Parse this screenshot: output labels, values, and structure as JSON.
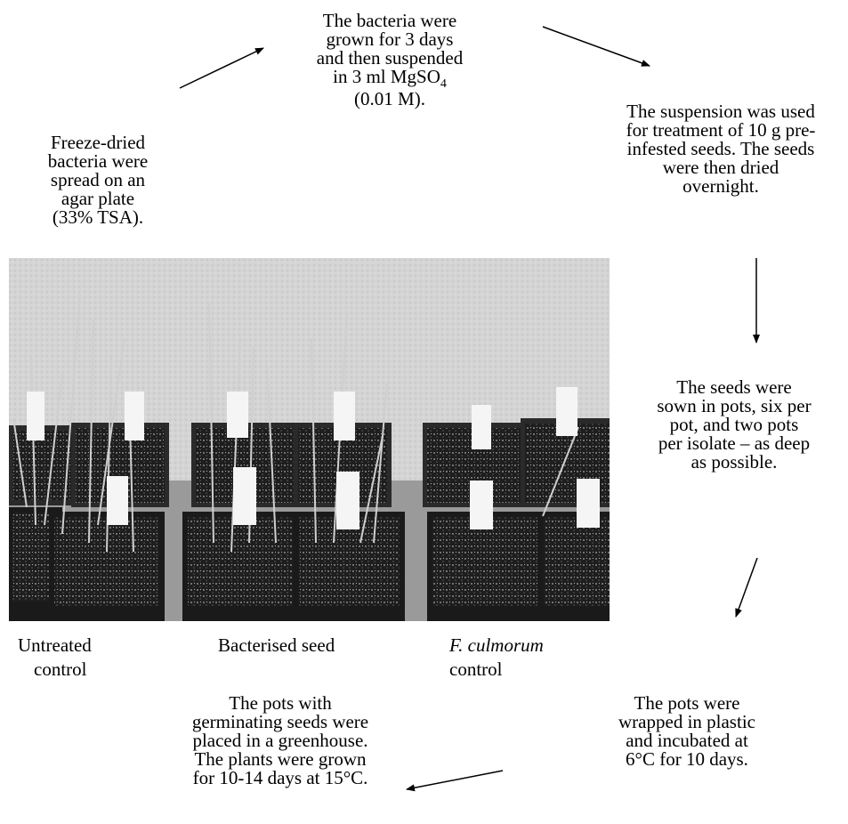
{
  "steps": {
    "s1": [
      "Freeze-dried",
      "bacteria were",
      "spread on an",
      "agar plate",
      "(33% TSA)."
    ],
    "s2": [
      "The bacteria were",
      "grown for 3 days",
      "and then suspended",
      "in 3 ml MgSO",
      "(0.01 M)."
    ],
    "s2_subscript": "4",
    "s3": [
      "The suspension was used",
      "for treatment of 10 g pre-",
      "infested seeds. The seeds",
      "were then dried",
      "overnight."
    ],
    "s4": [
      "The seeds were",
      "sown in pots, six per",
      "pot, and two pots",
      "per isolate – as deep",
      "as possible."
    ],
    "s5": [
      "The pots were",
      "wrapped in plastic",
      "and incubated at",
      "6°C for 10 days."
    ],
    "s6": [
      "The pots with",
      "germinating seeds were",
      "placed in a greenhouse.",
      "The plants were grown",
      "for 10-14 days at 15°C."
    ]
  },
  "photo_labels": {
    "untreated": [
      "Untreated",
      "control"
    ],
    "bacterised": "Bacterised seed",
    "fculmorum_italic": "F. culmorum",
    "fculmorum_rest": "control"
  }
}
